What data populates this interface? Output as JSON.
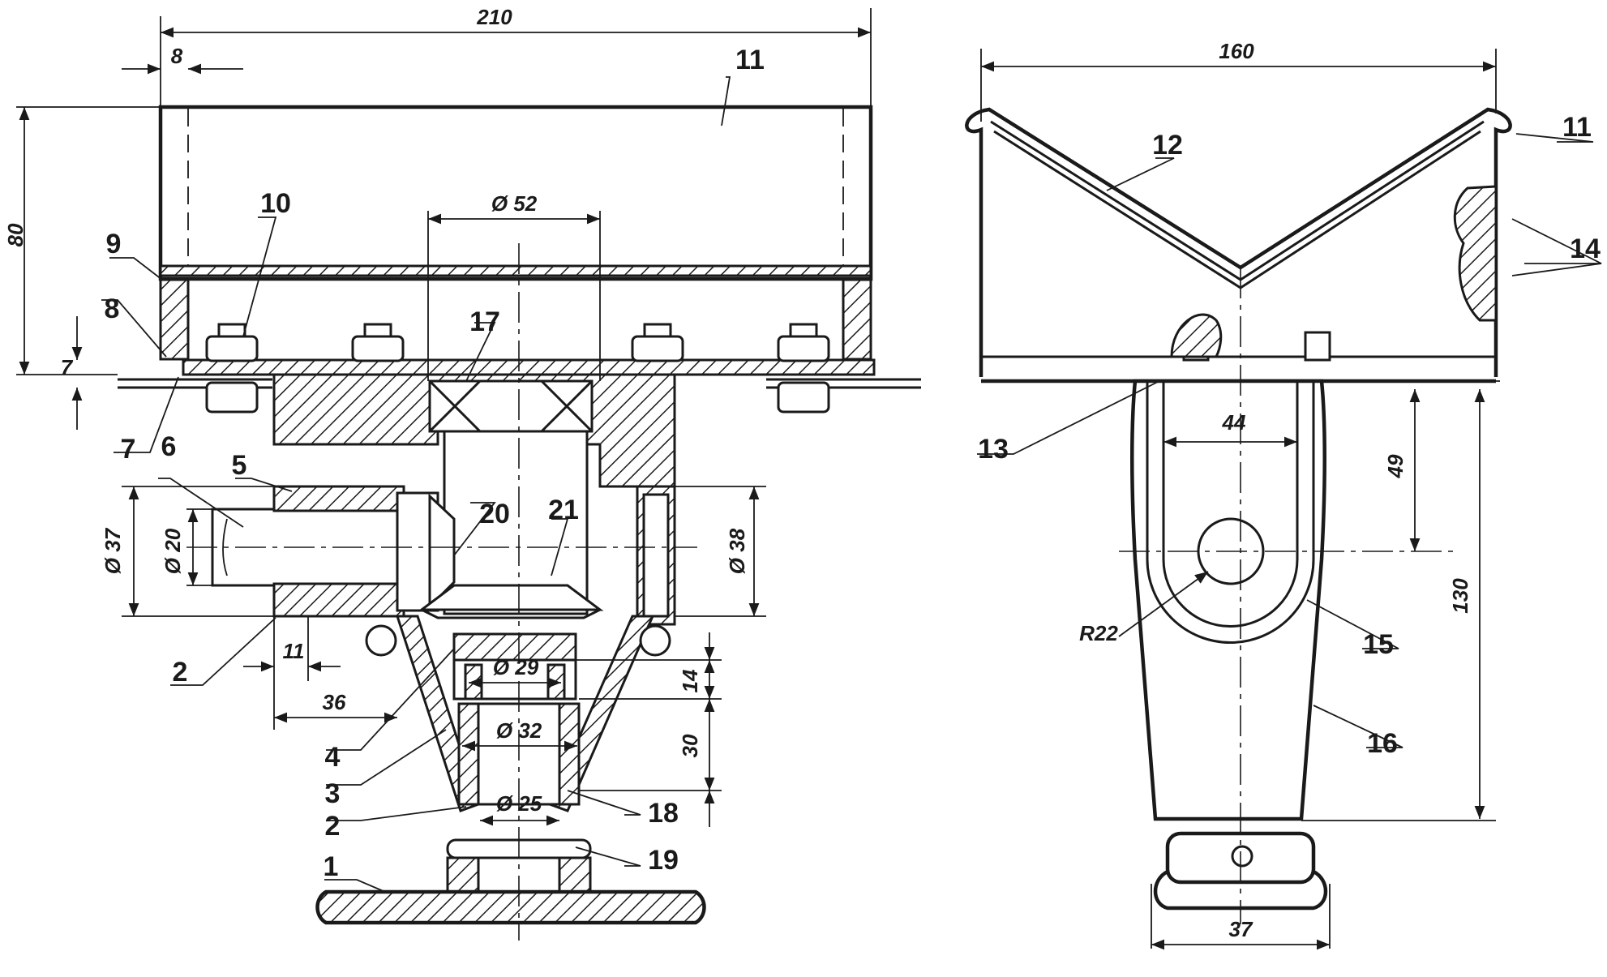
{
  "drawing": {
    "left_view": {
      "dimensions": {
        "overall_width": "210",
        "wall_thickness": "8",
        "height": "80",
        "plate_thickness": "7",
        "bore_diameter": "Ø 52",
        "hub_outer_diameter": "Ø 37",
        "shaft_diameter": "Ø 20",
        "right_boss_diameter": "Ø 38",
        "collar_width": "11",
        "boss_length": "36",
        "tube_a_diameter": "Ø 29",
        "tube_b_diameter": "Ø 32",
        "tube_c_diameter": "Ø 25",
        "gap_height": "14",
        "tube_height": "30"
      },
      "callouts": [
        "1",
        "2",
        "2",
        "3",
        "4",
        "5",
        "6",
        "7",
        "8",
        "9",
        "10",
        "11",
        "17",
        "18",
        "19",
        "20",
        "21"
      ]
    },
    "right_view": {
      "dimensions": {
        "width": "160",
        "fork_width": "44",
        "pivot_height": "49",
        "total_height": "130",
        "bend_radius": "R22",
        "base_diameter": "37"
      },
      "callouts": [
        "11",
        "12",
        "13",
        "14",
        "15",
        "16"
      ]
    }
  }
}
